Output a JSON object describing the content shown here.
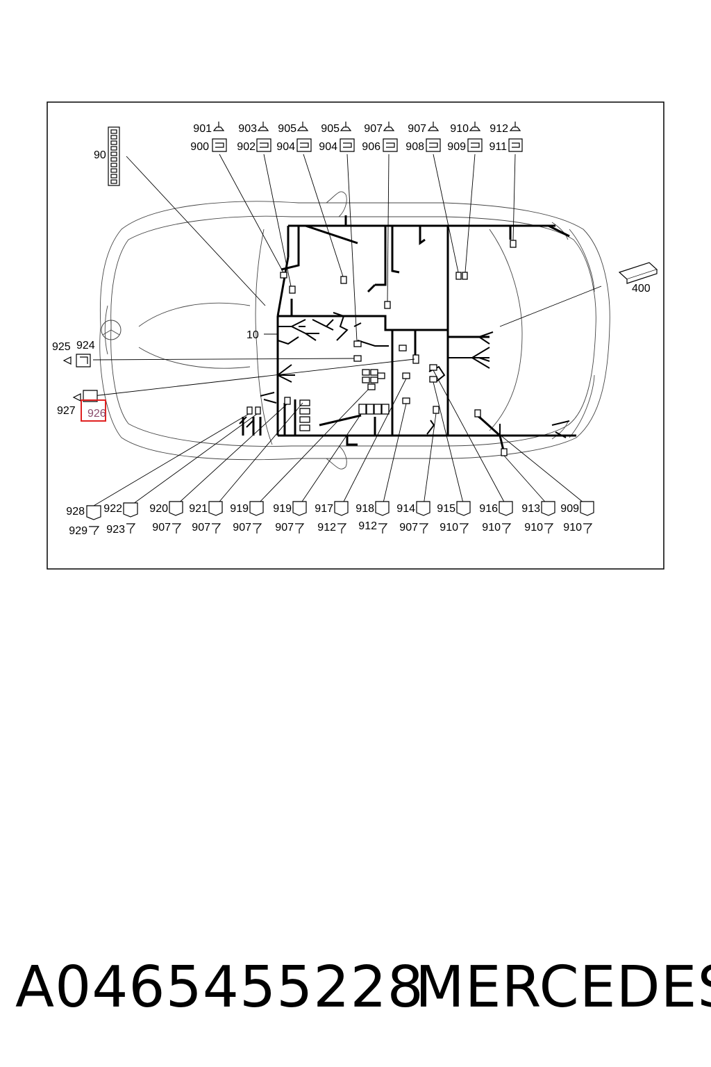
{
  "footer": {
    "part_number": "A0465455228",
    "brand": "MERCEDES"
  },
  "diagram": {
    "top_labels_upper": [
      "901",
      "903",
      "905",
      "905",
      "907",
      "907",
      "910",
      "912"
    ],
    "top_labels_lower": [
      "900",
      "902",
      "904",
      "904",
      "906",
      "908",
      "909",
      "911"
    ],
    "bottom_labels_upper": [
      "928",
      "922",
      "920",
      "921",
      "919",
      "919",
      "917",
      "918",
      "914",
      "915",
      "916",
      "913",
      "909"
    ],
    "bottom_labels_lower": [
      "929",
      "923",
      "907",
      "907",
      "907",
      "907",
      "912",
      "912",
      "907",
      "910",
      "910",
      "910",
      "910"
    ],
    "side_labels": {
      "l90": "90",
      "l10": "10",
      "l400": "400",
      "l925": "925",
      "l924": "924",
      "l927": "927",
      "l926": "926"
    },
    "highlight_color": "#e02020"
  }
}
